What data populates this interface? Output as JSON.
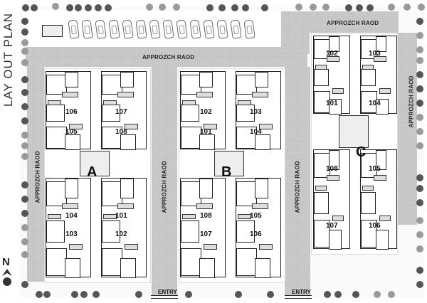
{
  "title": "LAY OUT PLAN",
  "north": {
    "label": "N",
    "icon": "north-arrow-icon"
  },
  "roads": {
    "top_left": "APPROZCH RAOD",
    "top_right": "APPROZCH RAOD",
    "left": "APPROZCH RAOD",
    "between_a_b": "APPROZCH RAOD",
    "between_b_c": "APPROZCH RAOD",
    "right": "APPROZCH RAOD"
  },
  "entries": [
    "ENTRY",
    "ENTRY"
  ],
  "parking": {
    "car_count": 14
  },
  "blocks": [
    {
      "label": "A",
      "units": {
        "top_left": "106",
        "top_right": "107",
        "mid_left": "105",
        "mid_right": "108",
        "low_left_a": "104",
        "low_right_a": "101",
        "low_left_b": "103",
        "low_right_b": "102"
      }
    },
    {
      "label": "B",
      "units": {
        "top_left": "102",
        "top_right": "103",
        "mid_left": "101",
        "mid_right": "104",
        "low_left_a": "108",
        "low_right_a": "105",
        "low_left_b": "107",
        "low_right_b": "106"
      }
    },
    {
      "label": "C",
      "units": {
        "top_left": "102",
        "top_right": "103",
        "mid_left": "101",
        "mid_right": "104",
        "low_left_a": "108",
        "low_right_a": "105",
        "low_left_b": "107",
        "low_right_b": "106"
      }
    }
  ],
  "colors": {
    "road": "#c9c9c9",
    "tree_dark": "#555555",
    "tree_light": "#9a9a9a",
    "wall": "#222222"
  }
}
